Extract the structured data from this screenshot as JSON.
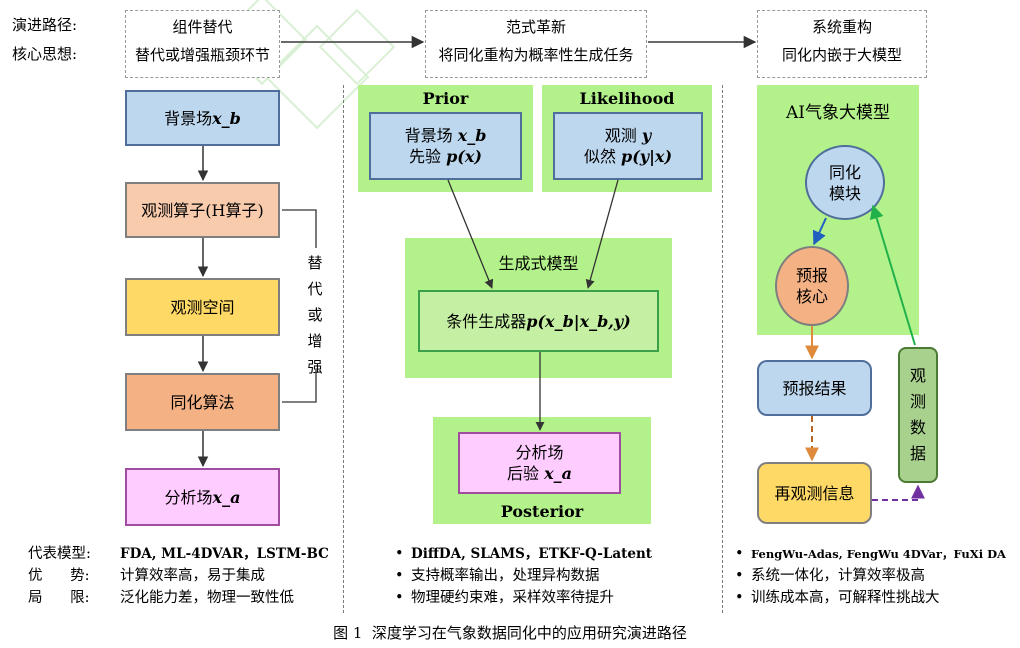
{
  "header": {
    "left_labels": [
      "演进路径:",
      "核心思想:"
    ],
    "stages": [
      {
        "title": "组件替代",
        "subtitle": "替代或增强瓶颈环节"
      },
      {
        "title": "范式革新",
        "subtitle": "将同化重构为概率性生成任务"
      },
      {
        "title": "系统重构",
        "subtitle": "同化内嵌于大模型"
      }
    ]
  },
  "col1": {
    "nodes": [
      "背景场 ",
      "x_b",
      "观测算子(H算子)",
      "观测空间",
      "同化算法",
      "分析场",
      "x_a"
    ],
    "side_label": [
      "替",
      "代",
      "或",
      "增",
      "强"
    ],
    "footer": [
      {
        "label": "代表模型:",
        "value": "FDA, ML-4DVAR，LSTM-BC"
      },
      {
        "label": "优      势:",
        "value": "计算效率高，易于集成"
      },
      {
        "label": "局      限:",
        "value": "泛化能力差，物理一致性低"
      }
    ]
  },
  "col2": {
    "prior_title": "Prior",
    "prior_line1": "背景场 ",
    "prior_line1_var": "x_b",
    "prior_line2": "先验 ",
    "prior_line2_var": "p(x)",
    "likelihood_title": "Likelihood",
    "lik_line1": "观测 ",
    "lik_line1_var": "y",
    "lik_line2": "似然 ",
    "lik_line2_var": "p(y|x)",
    "gen_title": "生成式模型",
    "gen_node": "条件生成器",
    "gen_node_var": "p(x_b|x_b,y)",
    "post_line1": "分析场",
    "post_line2": "后验 ",
    "post_line2_var": "x_a",
    "posterior_title": "Posterior",
    "footer": [
      "DiffDA, SLAMS，ETKF-Q-Latent",
      "支持概率输出，处理异构数据",
      "物理硬约束难，采样效率待提升"
    ]
  },
  "col3": {
    "panel_title": "AI气象大模型",
    "assim_module": [
      "同化",
      "模块"
    ],
    "forecast_core": [
      "预报",
      "核心"
    ],
    "forecast_result": "预报结果",
    "reobs": "再观测信息",
    "obs_data": [
      "观",
      "测",
      "数",
      "据"
    ],
    "footer": [
      "FengWu-Adas, FengWu 4DVar，FuXi DA",
      "系统一体化，计算效率极高",
      "训练成本高，可解释性挑战大"
    ]
  },
  "caption": "图 1  深度学习在气象数据同化中的应用研究演进路径",
  "colors": {
    "blue_fill": "#bdd7ee",
    "peach_fill": "#f8cbad",
    "yellow_fill": "#ffd966",
    "orange_fill": "#f4b183",
    "pink_fill": "#ffccff",
    "green_panel": "#b3f28a",
    "arrow_orange": "#e08a3c",
    "arrow_blue": "#1f5fbf",
    "arrow_green": "#22b04b",
    "arrow_purple": "#7030a0"
  }
}
